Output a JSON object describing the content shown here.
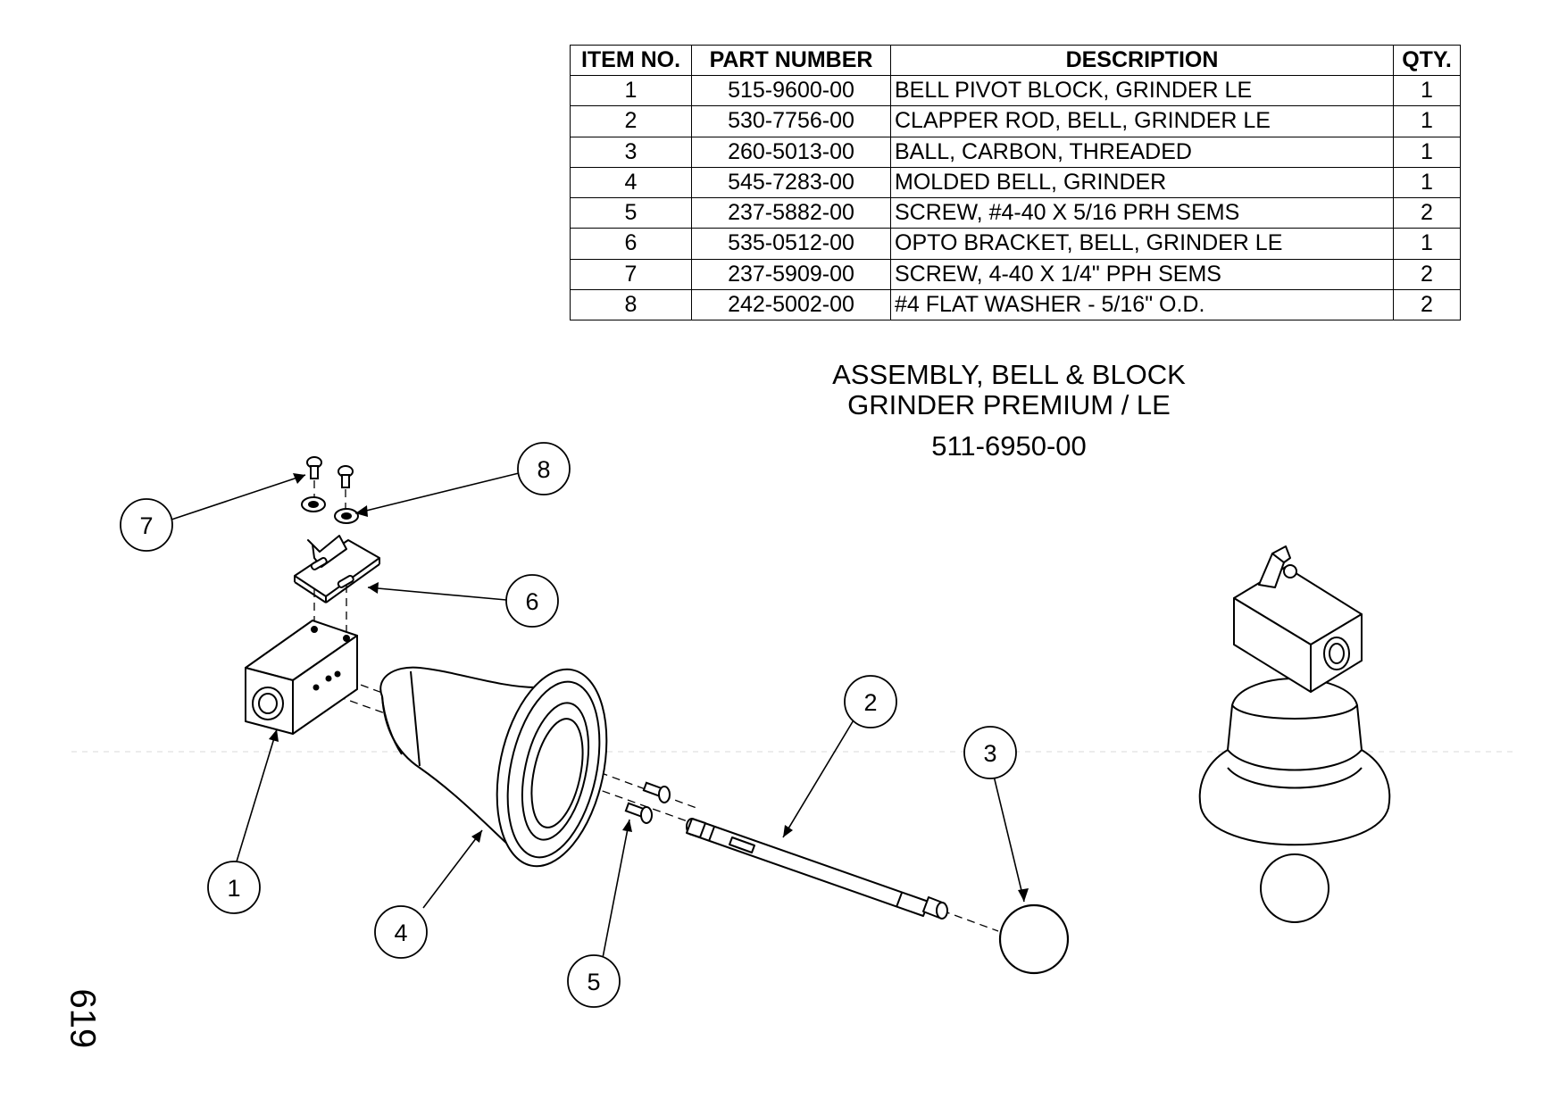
{
  "bom": {
    "headers": [
      "ITEM NO.",
      "PART NUMBER",
      "DESCRIPTION",
      "QTY."
    ],
    "rows": [
      {
        "item": "1",
        "part": "515-9600-00",
        "desc": "BELL PIVOT BLOCK, GRINDER LE",
        "qty": "1"
      },
      {
        "item": "2",
        "part": "530-7756-00",
        "desc": "CLAPPER ROD, BELL, GRINDER LE",
        "qty": "1"
      },
      {
        "item": "3",
        "part": "260-5013-00",
        "desc": "BALL, CARBON, THREADED",
        "qty": "1"
      },
      {
        "item": "4",
        "part": "545-7283-00",
        "desc": "MOLDED BELL, GRINDER",
        "qty": "1"
      },
      {
        "item": "5",
        "part": "237-5882-00",
        "desc": "SCREW, #4-40 X 5/16 PRH SEMS",
        "qty": "2"
      },
      {
        "item": "6",
        "part": "535-0512-00",
        "desc": "OPTO BRACKET, BELL, GRINDER LE",
        "qty": "1"
      },
      {
        "item": "7",
        "part": "237-5909-00",
        "desc": "SCREW, 4-40 X 1/4\" PPH SEMS",
        "qty": "2"
      },
      {
        "item": "8",
        "part": "242-5002-00",
        "desc": "#4 FLAT WASHER - 5/16\" O.D.",
        "qty": "2"
      }
    ]
  },
  "title": {
    "line1": "ASSEMBLY, BELL & BLOCK",
    "line2": "GRINDER PREMIUM / LE",
    "part_number": "511-6950-00"
  },
  "callouts": [
    "1",
    "2",
    "3",
    "4",
    "5",
    "6",
    "7",
    "8"
  ],
  "page_code": "619"
}
